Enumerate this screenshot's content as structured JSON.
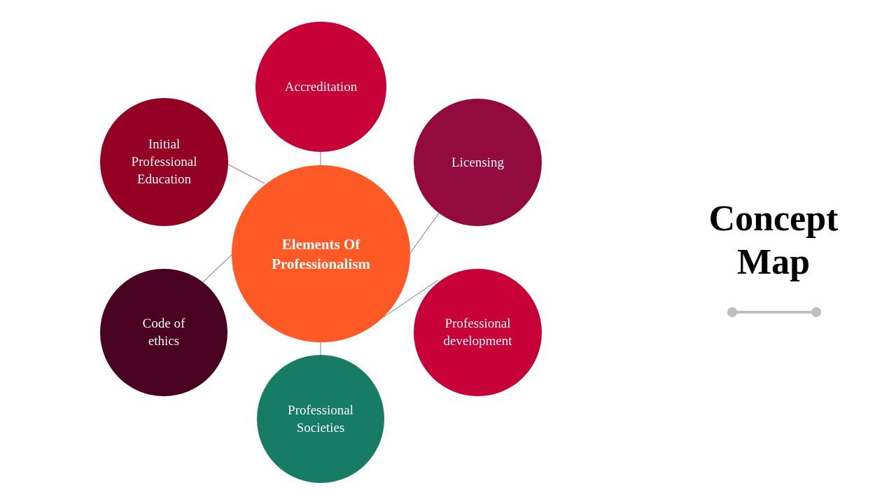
{
  "title": "Concept\nMap",
  "center": {
    "label": "Elements Of\nProfessionalism",
    "color": "#ff5a26"
  },
  "nodes": [
    {
      "label": "Accreditation",
      "color": "#c80038"
    },
    {
      "label": "Licensing",
      "color": "#920b3c"
    },
    {
      "label": "Professional\ndevelopment",
      "color": "#c80038"
    },
    {
      "label": "Professional\nSocieties",
      "color": "#167c66"
    },
    {
      "label": "Code of\nethics",
      "color": "#4a0222"
    },
    {
      "label": "Initial\nProfessional\nEducation",
      "color": "#930024"
    }
  ],
  "connector_color": "#7f7f7f"
}
